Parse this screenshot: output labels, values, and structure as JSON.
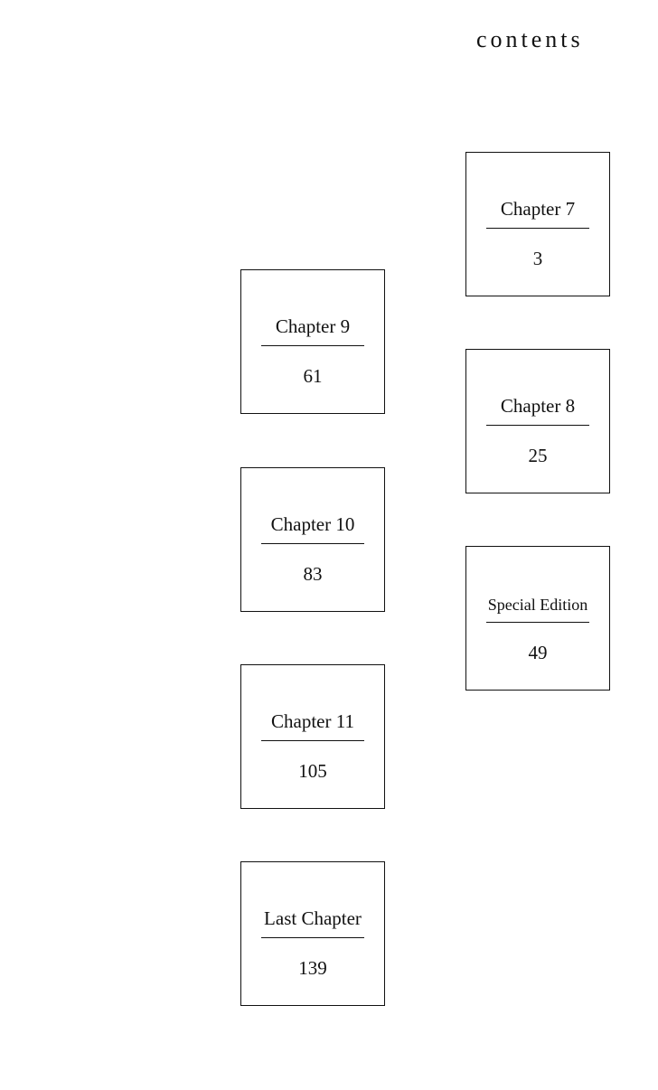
{
  "title": "contents",
  "chapters": [
    {
      "title": "Chapter 7",
      "page": "3"
    },
    {
      "title": "Chapter 8",
      "page": "25"
    },
    {
      "title": "Special Edition",
      "page": "49"
    },
    {
      "title": "Chapter 9",
      "page": "61"
    },
    {
      "title": "Chapter 10",
      "page": "83"
    },
    {
      "title": "Chapter 11",
      "page": "105"
    },
    {
      "title": "Last Chapter",
      "page": "139"
    }
  ]
}
